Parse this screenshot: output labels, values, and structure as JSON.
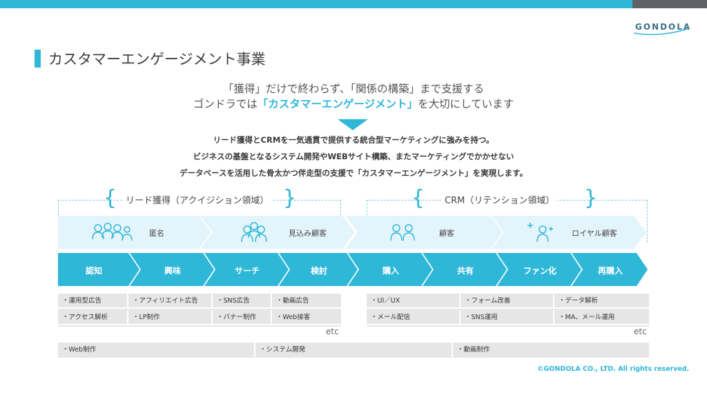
{
  "brand": {
    "logo_text": "GONDOLA",
    "accent": "#2fb7d8"
  },
  "page_title": "カスタマーエンゲージメント事業",
  "lead": {
    "line1": "「獲得」だけで終わらず、「関係の構築」まで支援する",
    "line2_pre": "ゴンドラでは",
    "line2_highlight": "「カスタマーエンゲージメント」",
    "line2_post": "を大切にしています"
  },
  "description": [
    "リード獲得とCRMを一気通貫で提供する統合型マーケティングに強みを持つ。",
    "ビジネスの基盤となるシステム開発やWEBサイト構築、またマーケティングでかかせない",
    "データベースを活用した骨太かつ伴走型の支援で「カスタマーエンゲージメント」を実現します。"
  ],
  "domains": {
    "acquisition": "リード獲得（アクイジション領域）",
    "retention": "CRM（リテンション領域）"
  },
  "customer_states": [
    "匿名",
    "見込み顧客",
    "顧客",
    "ロイヤル顧客"
  ],
  "stages": [
    "認知",
    "興味",
    "サーチ",
    "検討",
    "購入",
    "共有",
    "ファン化",
    "再購入"
  ],
  "acquisition_services": [
    [
      "・運用型広告",
      "・アフィリエイト広告",
      "・SNS広告",
      "・動画広告"
    ],
    [
      "・アクセス解析",
      "・LP制作",
      "・バナー制作",
      "・Web接客"
    ]
  ],
  "retention_services": [
    [
      "・UI／UX",
      "・フォーム改善",
      "・データ解析"
    ],
    [
      "・メール配信",
      "・SNS運用",
      "・MA、メール運用"
    ]
  ],
  "etc_label": "etc",
  "foundation_services": [
    "・Web制作",
    "・システム開発",
    "・動画制作"
  ],
  "copyright": "©GONDOLA CO., LTD.  All rights reserved."
}
